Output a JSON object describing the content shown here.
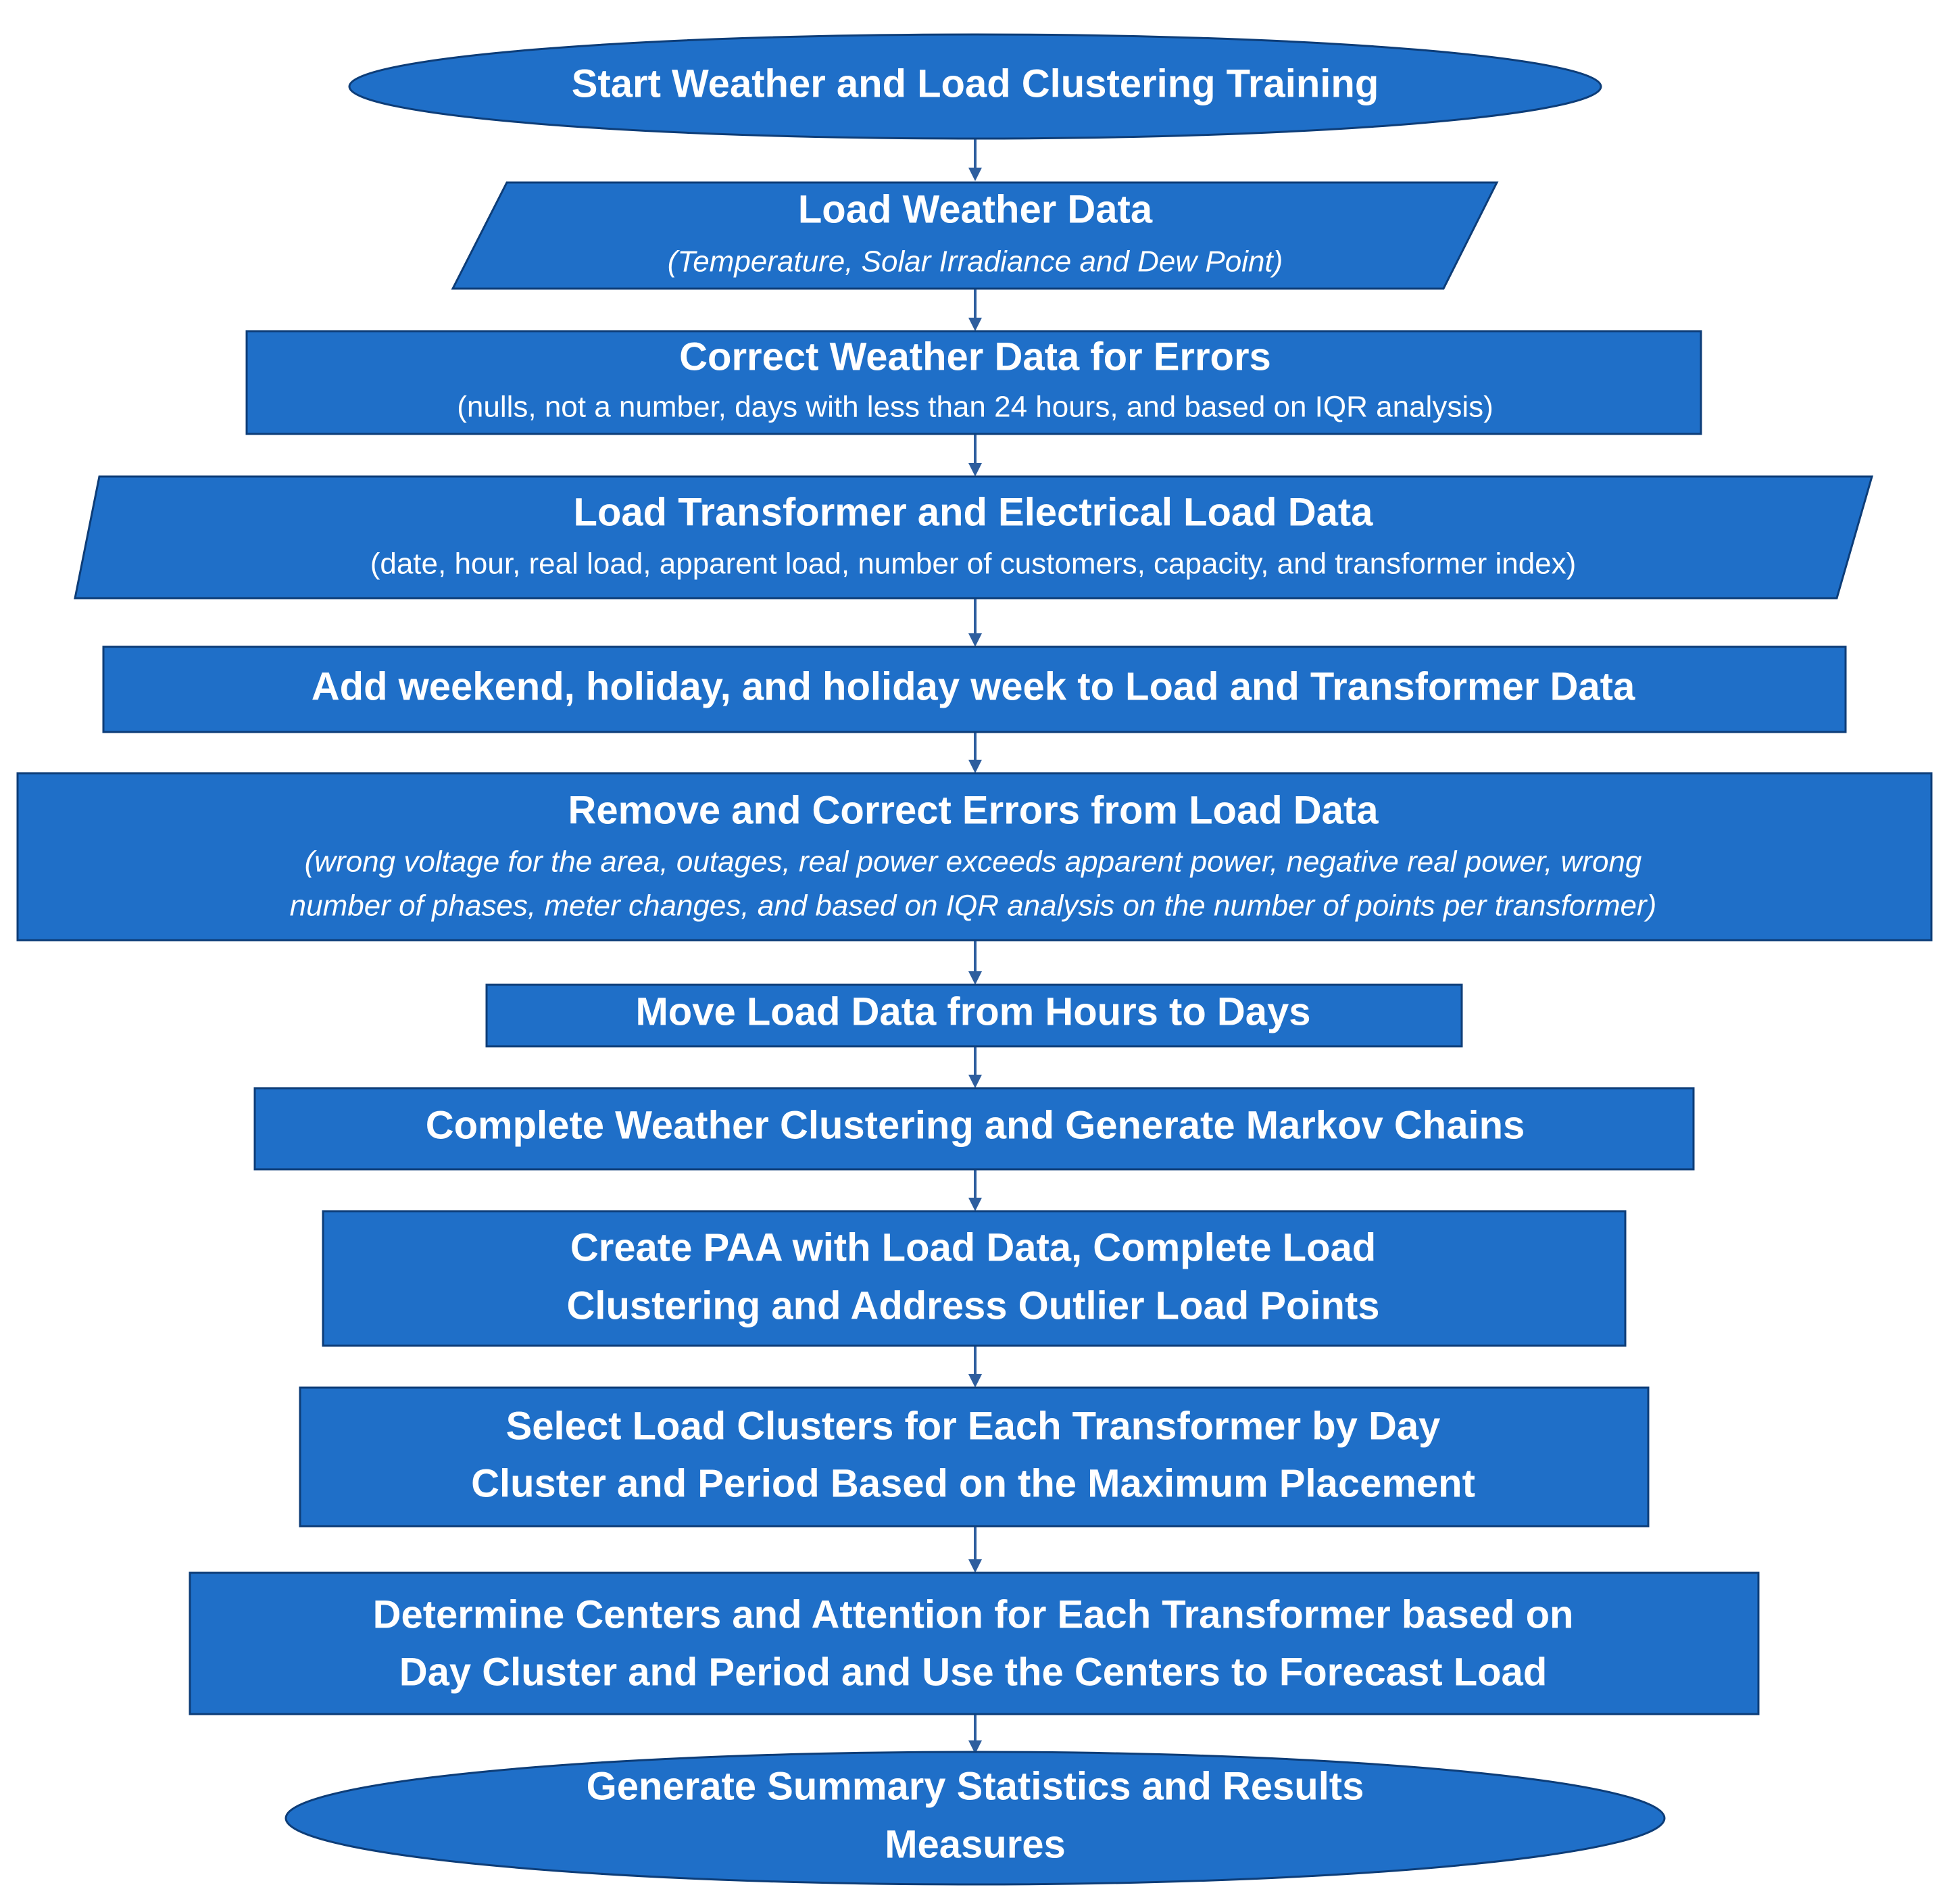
{
  "colors": {
    "node_fill": "#1f6fc8",
    "node_stroke": "#0d3d78",
    "text": "#ffffff",
    "arrow": "#2e5e9e"
  },
  "nodes": [
    {
      "id": "start",
      "shape": "ellipse",
      "title": "Start Weather and Load Clustering Training",
      "subtitle": []
    },
    {
      "id": "load-weather-data",
      "shape": "parallelogram",
      "title": "Load Weather Data",
      "subtitle": [
        "(Temperature, Solar Irradiance and Dew Point)"
      ],
      "subtitle_italic": true
    },
    {
      "id": "correct-weather-data",
      "shape": "rectangle",
      "title": "Correct Weather Data for Errors",
      "subtitle": [
        "(nulls, not a number, days with less than 24 hours, and based on IQR analysis)"
      ],
      "subtitle_italic": false
    },
    {
      "id": "load-transformer-data",
      "shape": "parallelogram",
      "title": "Load Transformer and Electrical Load Data",
      "subtitle": [
        "(date, hour, real load, apparent load, number of customers, capacity, and transformer index)"
      ],
      "subtitle_italic": false
    },
    {
      "id": "add-weekend-holiday",
      "shape": "rectangle",
      "title": "Add weekend, holiday, and holiday week to Load and  Transformer Data",
      "subtitle": []
    },
    {
      "id": "remove-correct-errors",
      "shape": "rectangle",
      "title": "Remove and Correct Errors from Load Data",
      "subtitle": [
        "(wrong voltage for the area, outages, real power exceeds apparent power, negative real power, wrong",
        "number of phases, meter changes, and based on IQR analysis on the number of points per transformer)"
      ],
      "subtitle_italic": true
    },
    {
      "id": "move-hours-to-days",
      "shape": "rectangle",
      "title": "Move Load Data from Hours to Days",
      "subtitle": []
    },
    {
      "id": "weather-clustering",
      "shape": "rectangle",
      "title": "Complete Weather Clustering and Generate Markov Chains",
      "subtitle": []
    },
    {
      "id": "create-paa",
      "shape": "rectangle",
      "title_lines": [
        "Create PAA with Load Data, Complete Load",
        "Clustering and Address Outlier Load Points"
      ],
      "subtitle": []
    },
    {
      "id": "select-load-clusters",
      "shape": "rectangle",
      "title_lines": [
        "Select Load Clusters for Each Transformer by Day",
        "Cluster and Period Based on the Maximum Placement"
      ],
      "subtitle": []
    },
    {
      "id": "determine-centers",
      "shape": "rectangle",
      "title_lines": [
        "Determine Centers and Attention for Each Transformer based on",
        "Day Cluster and Period and Use the Centers to Forecast Load"
      ],
      "subtitle": []
    },
    {
      "id": "generate-summary",
      "shape": "ellipse",
      "title_lines": [
        "Generate Summary Statistics and Results",
        "Measures"
      ],
      "subtitle": []
    }
  ]
}
